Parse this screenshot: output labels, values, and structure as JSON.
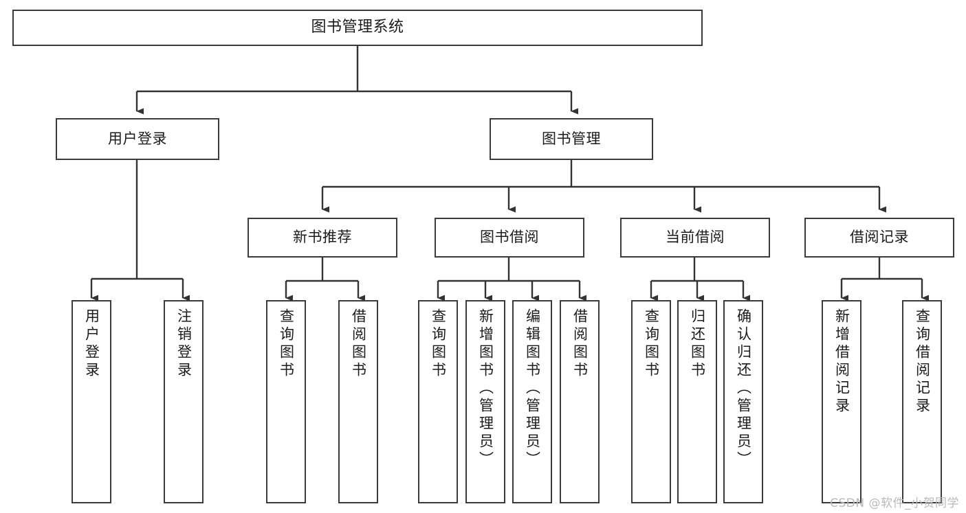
{
  "diagram": {
    "title": "图书管理系统",
    "type": "tree",
    "watermark": "CSDN @软件_小贺同学",
    "colors": {
      "box_border": "#3a3a3a",
      "box_fill": "#ffffff",
      "connector": "#333333",
      "text": "#1b1b1b",
      "watermark": "#b9b9b9"
    },
    "levels": {
      "root": {
        "label": "图书管理系统"
      },
      "level2": [
        {
          "label": "用户登录"
        },
        {
          "label": "图书管理"
        }
      ],
      "level3": [
        {
          "label": "新书推荐"
        },
        {
          "label": "图书借阅"
        },
        {
          "label": "当前借阅"
        },
        {
          "label": "借阅记录"
        }
      ],
      "leaves": {
        "user_login": [
          {
            "label": "用户登录"
          },
          {
            "label": "注销登录"
          }
        ],
        "new_book_recommend": [
          {
            "label": "查询图书"
          },
          {
            "label": "借阅图书"
          }
        ],
        "book_borrow": [
          {
            "label": "查询图书"
          },
          {
            "label": "新增图书（管理员）"
          },
          {
            "label": "编辑图书（管理员）"
          },
          {
            "label": "借阅图书"
          }
        ],
        "current_borrow": [
          {
            "label": "查询图书"
          },
          {
            "label": "归还图书"
          },
          {
            "label": "确认归还（管理员）"
          }
        ],
        "borrow_record": [
          {
            "label": "新增借阅记录"
          },
          {
            "label": "查询借阅记录"
          }
        ]
      }
    }
  }
}
